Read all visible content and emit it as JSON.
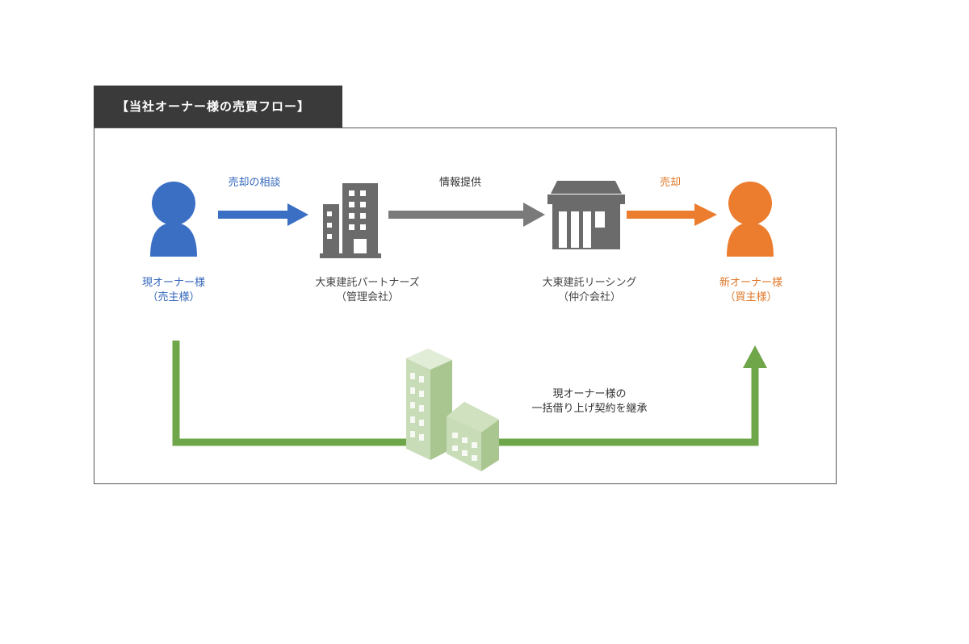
{
  "title": "【当社オーナー様の売買フロー】",
  "nodes": {
    "seller": {
      "line1": "現オーナー様",
      "line2": "（売主様）"
    },
    "manager": {
      "line1": "大東建託パートナーズ",
      "line2": "（管理会社）"
    },
    "broker": {
      "line1": "大東建託リーシング",
      "line2": "（仲介会社）"
    },
    "buyer": {
      "line1": "新オーナー様",
      "line2": "（買主様）"
    }
  },
  "edges": {
    "consult": "売却の相談",
    "info": "情報提供",
    "sale": "売却",
    "proposal_line1": "現オーナー様の",
    "proposal_line2": "一括借り上げ契約を継承"
  },
  "colors": {
    "blue": "#3a6fc4",
    "gray": "#7a7a7a",
    "orange": "#ec7d2f",
    "green": "#6fa64a",
    "building_light": "#c9dcb8"
  }
}
